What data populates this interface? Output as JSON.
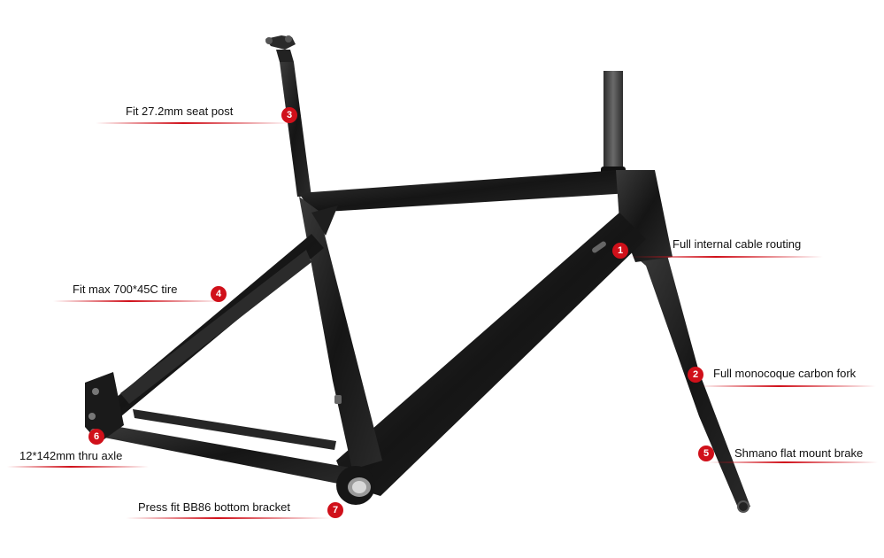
{
  "colors": {
    "accent": "#d0101a",
    "frame": "#1b1b1b"
  },
  "callouts": [
    {
      "num": "1",
      "text": "Full internal cable routing"
    },
    {
      "num": "2",
      "text": "Full monocoque carbon fork"
    },
    {
      "num": "3",
      "text": "Fit 27.2mm seat post"
    },
    {
      "num": "4",
      "text": "Fit max 700*45C tire"
    },
    {
      "num": "5",
      "text": "Shmano flat mount brake"
    },
    {
      "num": "6",
      "text": "12*142mm thru axle"
    },
    {
      "num": "7",
      "text": "Press fit BB86 bottom bracket"
    }
  ]
}
